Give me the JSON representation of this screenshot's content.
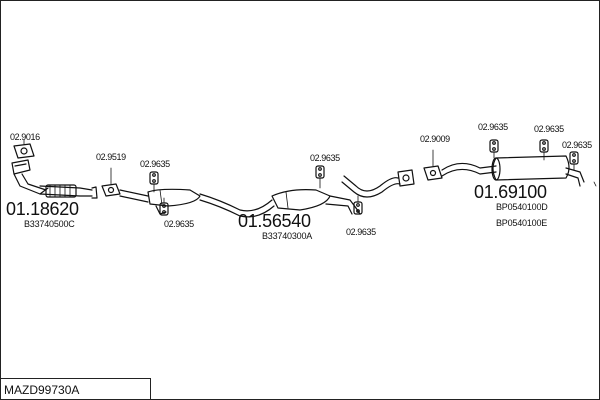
{
  "title": "MAZD99730A",
  "labels": {
    "p1": "02.9016",
    "p2": "02.9519",
    "p3": "02.9635",
    "p4": "02.9635",
    "p5": "02.9635",
    "p6": "02.9635",
    "p7": "02.9009",
    "p8": "02.9635",
    "p9": "02.9635",
    "p10": "02.9635"
  },
  "parts": {
    "front_number": "01.18620",
    "front_code": "B33740500C",
    "mid_number": "01.56540",
    "mid_code": "B33740300A",
    "rear_number": "01.69100",
    "rear_code_1": "BP0540100D",
    "rear_code_2": "BP0540100E"
  }
}
